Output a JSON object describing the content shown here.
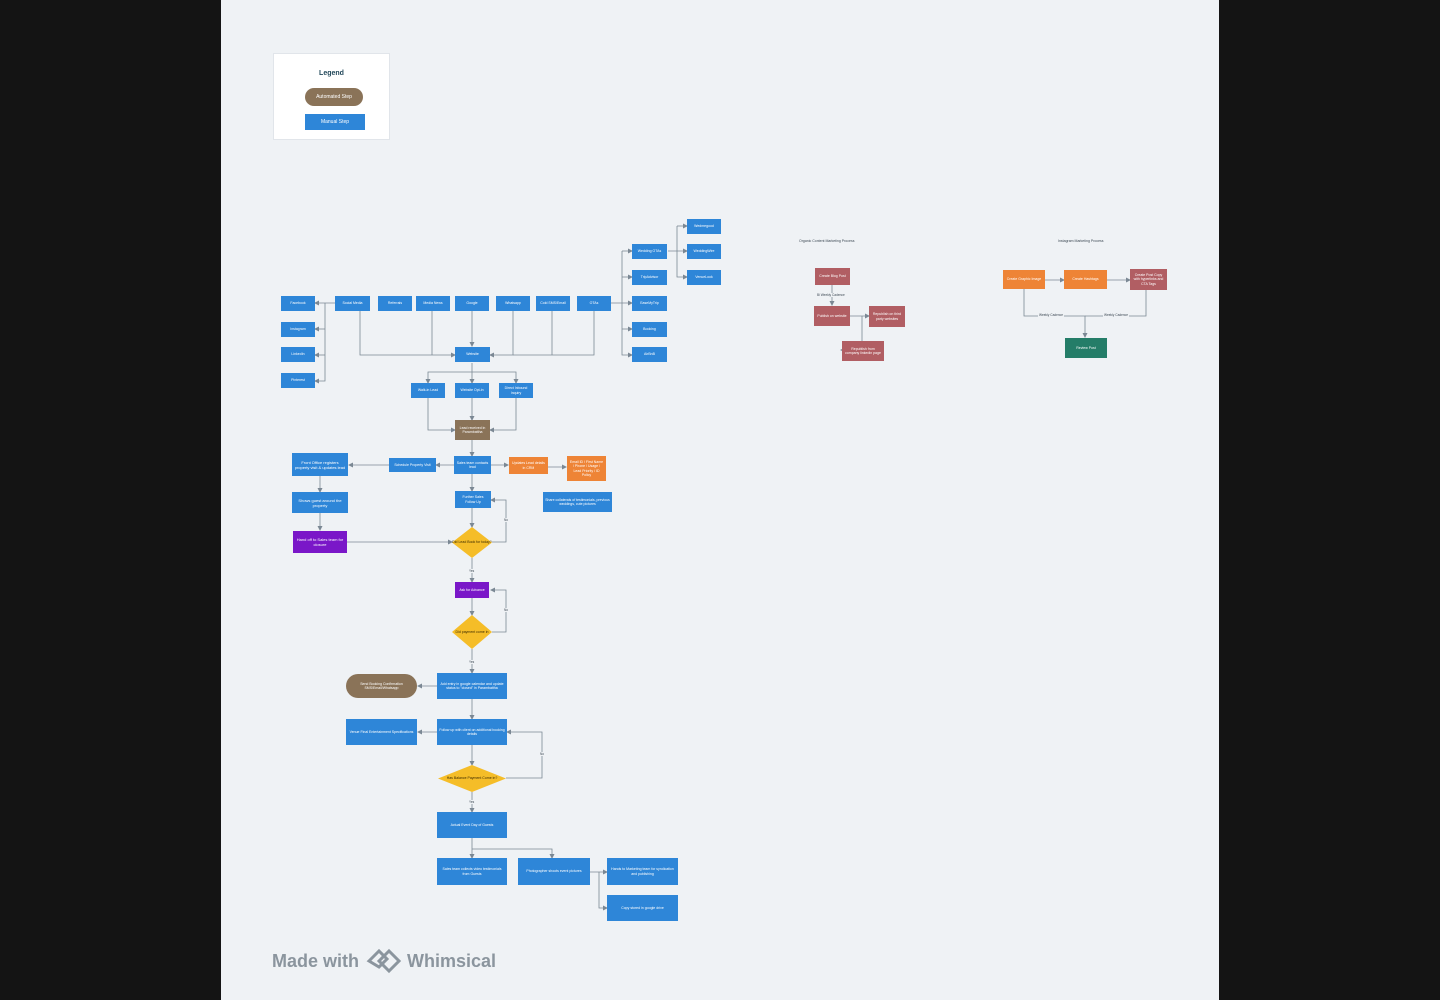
{
  "legend": {
    "title": "Legend",
    "automated": "Automated Step",
    "manual": "Manual Step"
  },
  "titles": {
    "organic": "Organic Content Marketing Process",
    "instagram": "Instagram Marketing Process"
  },
  "nodes": {
    "facebook": "Facebook",
    "instagram": "Instagram",
    "linkedin": "LinkedIn",
    "pinterest": "Pinterest",
    "social_media": "Social Media",
    "referrals": "Referrals",
    "media_news": "Media News",
    "google": "Google",
    "whatsapp": "Whatsapp",
    "cold_sms": "Cold SMS/Email",
    "otas": "OTAs",
    "wedding_otas": "Wedding OTAs",
    "tripadvisor": "TripAdvisor",
    "easemytrip": "EaseMyTrip",
    "booking": "Booking",
    "airbnb": "AirBnB",
    "wedmegood": "Wedmegood",
    "weddingwire": "WeddingWire",
    "venuelook": "VenueLook",
    "website": "Website",
    "walk_in": "Walk-in Lead",
    "website_opt_in": "Website Opt-in",
    "direct_inbound": "Direct Inbound Inquiry",
    "lead_received": "Lead received in Parambattha",
    "schedule_visit": "Schedule Property Visit",
    "sales_team_contacts": "Sales team contacts lead",
    "updates_lead_crm": "Updates Lead details in CRM",
    "crm_fields": "Email ID / First Name / Phone / Usage / Lead Priority / ID Policy",
    "front_office": "Front Office registers property visit & updates lead",
    "shows_guest": "Shows guest around the property",
    "hand_off": "Hand off to Sales team for closure",
    "further_followup": "Further Sales Follow Up",
    "share_collaterals": "Share collaterals of testimonials, previous weddings, cute pictures",
    "lead_decision": "Did Lead Book for today?",
    "ask_advance": "Ask for Advance",
    "payment_decision": "Did payment come in",
    "send_confirmation": "Send Booking Confirmation SMS/Email/Whatsapp",
    "add_calendar": "Add entry in google calendar and update status to \"closed\" in Parambattha",
    "venue_specs": "Venue Final Entertainment Specifications",
    "followup_additional": "Follow up with client on additional booking details",
    "balance_decision": "Has Balance Payment Come in?",
    "actual_event": "Actual Event Day of Guests",
    "sales_video": "Sales team collects video testimonials from Guests",
    "photographer": "Photographer shoots event pictures",
    "marketing_team": "Hands to Marketing team for syndication and publishing",
    "copy_drive": "Copy stored in google drive",
    "create_blog": "Create Blog Post",
    "publish_website": "Publish on website",
    "republish_third": "Republish on third party websites",
    "republish_linkedin": "Republish from company linkedin page",
    "create_image": "Create Graphic Image",
    "create_hashtags": "Create Hashtags",
    "create_post": "Create Post Copy with hyperlinks and CTA Tags",
    "review_post": "Review Post"
  },
  "edge_labels": {
    "bi_weekly": "Bi Weekly Cadence",
    "weekly_1": "Weekly Cadence",
    "weekly_2": "Weekly Cadence",
    "no": "No",
    "yes": "Yes"
  },
  "brand": {
    "made_with": "Made with",
    "name": "Whimsical"
  },
  "colors": {
    "manual": "#2e86d8",
    "automated": "#8a7358",
    "decision": "#f5bd28",
    "orange": "#ee8436",
    "content": "#b15e63",
    "handoff": "#7a17c8",
    "review": "#247d68",
    "edge": "#7b8894"
  }
}
